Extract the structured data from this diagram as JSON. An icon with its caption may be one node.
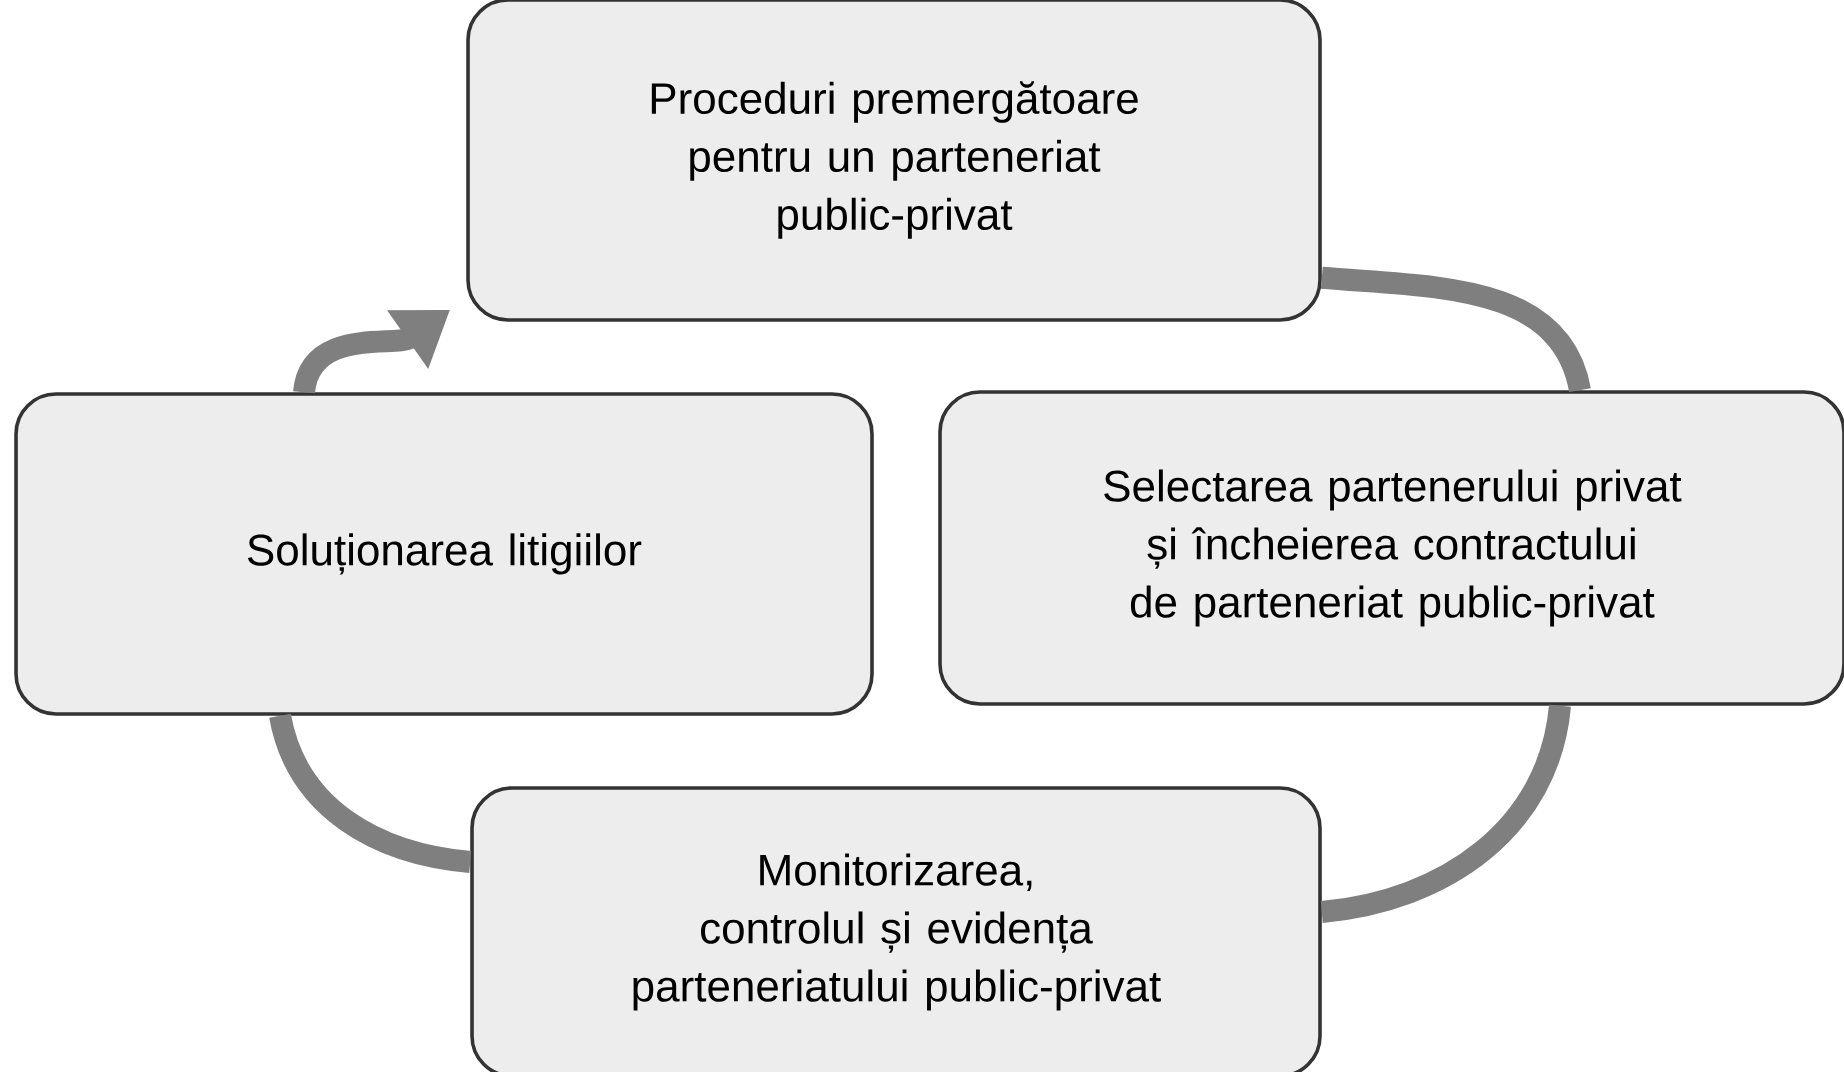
{
  "diagram": {
    "nodes": [
      {
        "text": [
          "Proceduri premergătoare pentru un parteneriat public-privat"
        ]
      },
      {
        "text": [
          "Soluționarea litigiilor"
        ]
      },
      {
        "text": [
          "Selectarea partenerului privat și încheierea contractului de parteneriat public-privat"
        ]
      },
      {
        "text": [
          "Monitorizarea, controlul și evidența parteneriatului public-privat"
        ]
      }
    ],
    "edges": [
      {
        "from": 0,
        "to": 2,
        "arrow": "none"
      },
      {
        "from": 2,
        "to": 3,
        "arrow": "none"
      },
      {
        "from": 3,
        "to": 1,
        "arrow": "none"
      },
      {
        "from": 1,
        "to": 0,
        "arrow": "to"
      }
    ]
  }
}
